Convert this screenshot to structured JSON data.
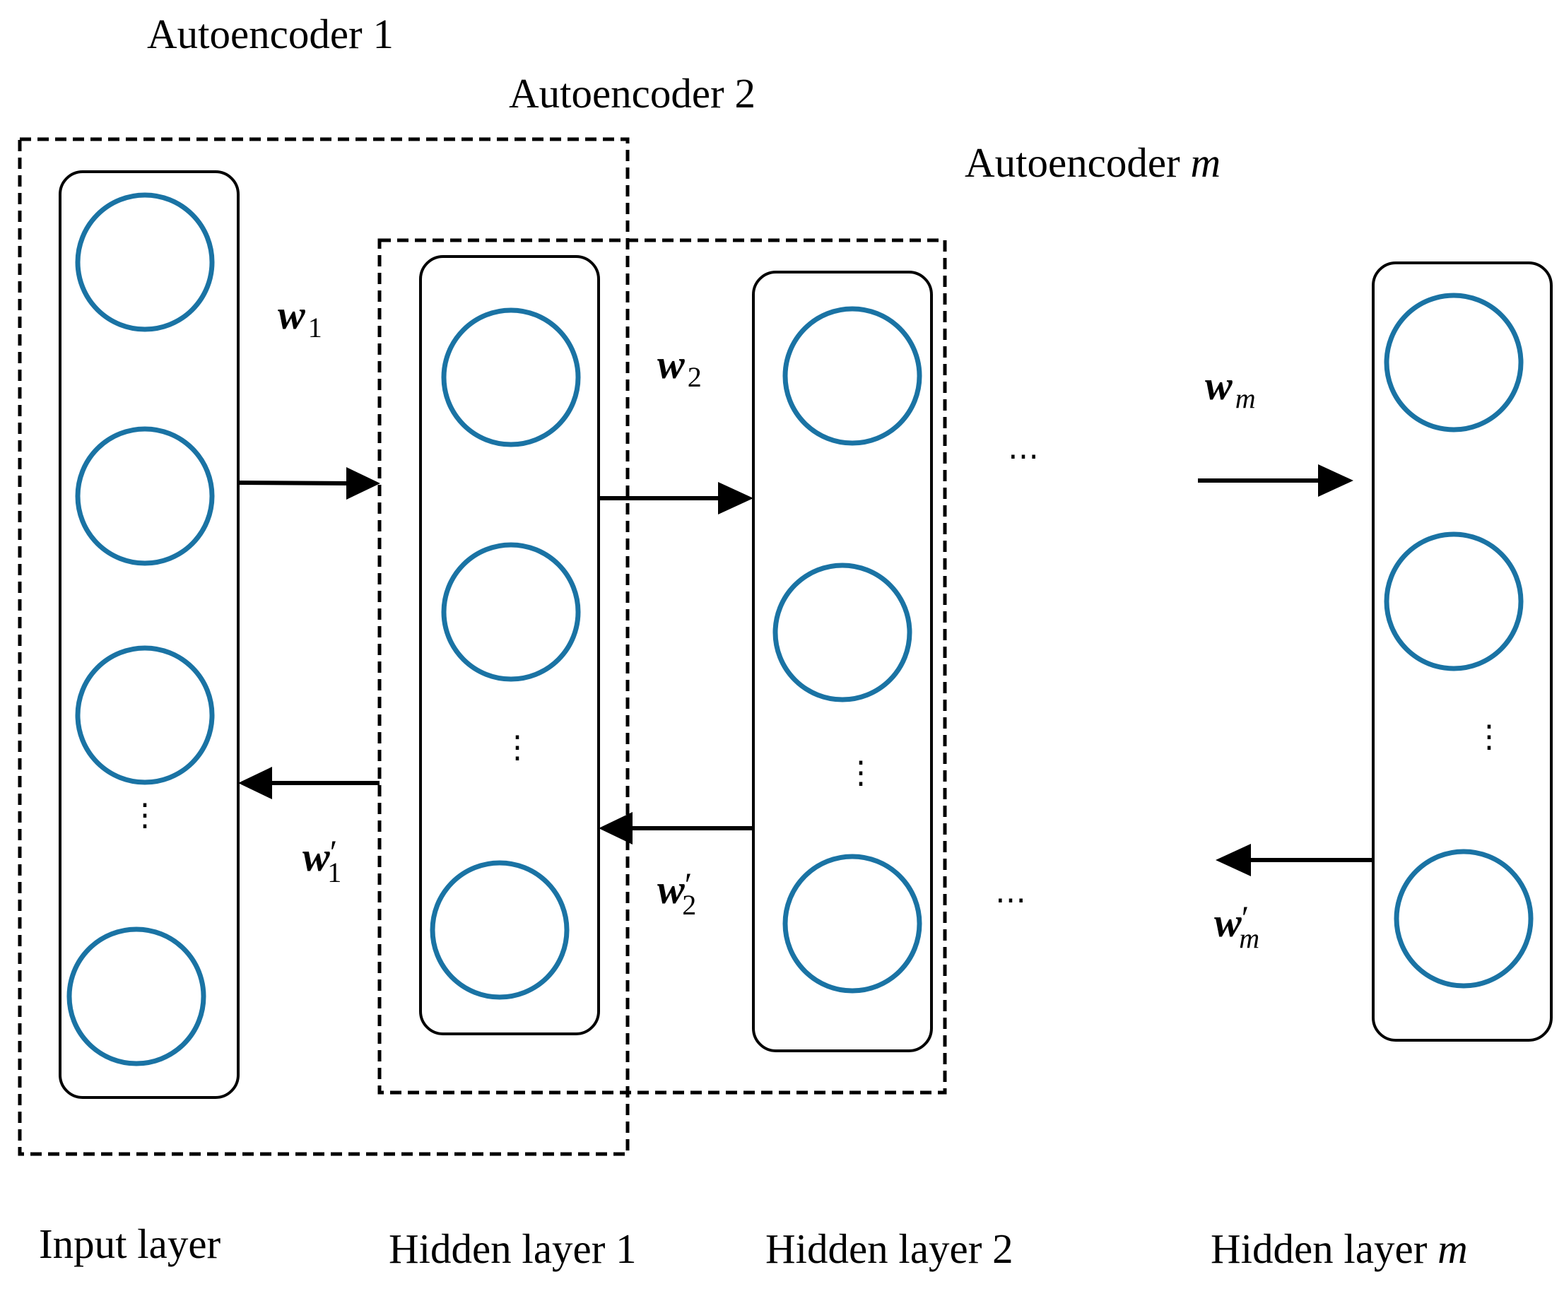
{
  "autoencoders": [
    {
      "label": "Autoencoder 1"
    },
    {
      "label": "Autoencoder 2"
    },
    {
      "label_prefix": "Autoencoder ",
      "label_var": "m"
    }
  ],
  "layers": [
    {
      "label": "Input layer"
    },
    {
      "label": "Hidden layer 1"
    },
    {
      "label": "Hidden layer 2"
    },
    {
      "label_prefix": "Hidden layer ",
      "label_var": "m"
    }
  ],
  "weights": {
    "w1": {
      "base": "w",
      "sub": "1"
    },
    "w1p": {
      "base": "w",
      "prime": "′",
      "sub": "1"
    },
    "w2": {
      "base": "w",
      "sub": "2"
    },
    "w2p": {
      "base": "w",
      "prime": "′",
      "sub": "2"
    },
    "wm": {
      "base": "w",
      "sub": "m"
    },
    "wmp": {
      "base": "w",
      "prime": "′",
      "sub": "m"
    }
  },
  "ellipsis": "⋯",
  "vellipsis": "⋮",
  "colors": {
    "neuron_stroke": "#1a73a4",
    "line": "#000000"
  }
}
